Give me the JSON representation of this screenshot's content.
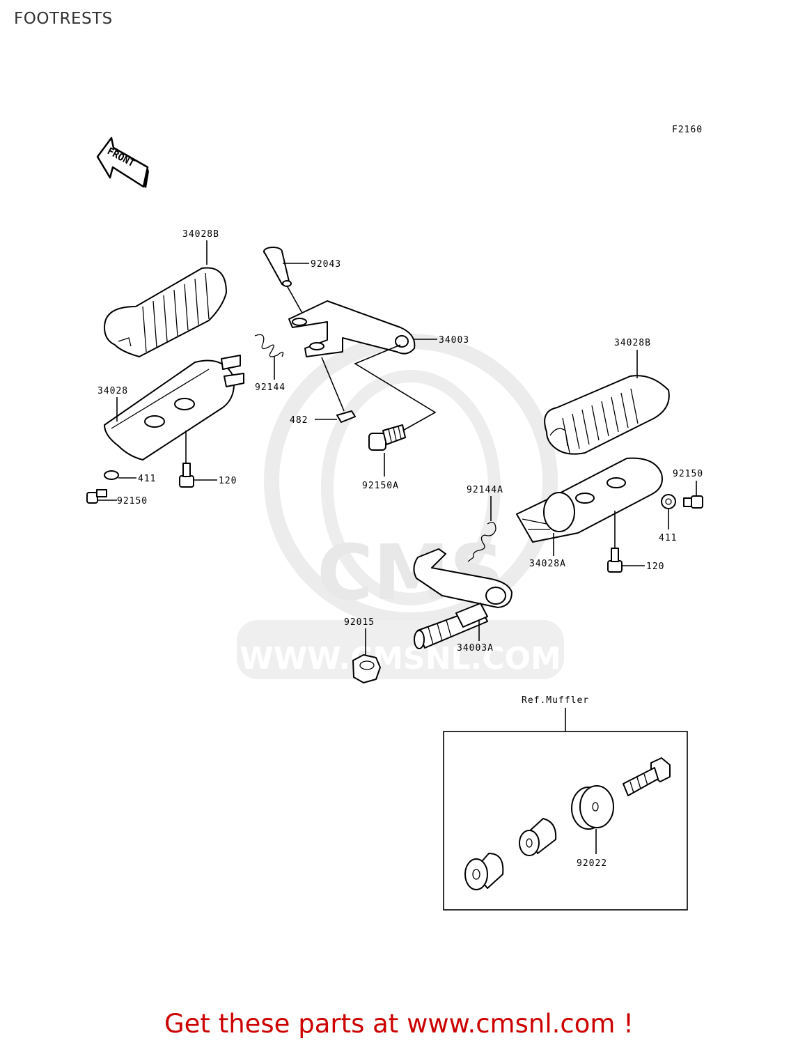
{
  "page": {
    "title": "FOOTRESTS",
    "figure_code": "F2160",
    "front_arrow_label": "FRONT",
    "watermark_text": "WWW.CMSNL.COM",
    "watermark_logo": "CMS",
    "cta": "Get these parts at www.cmsnl.com !"
  },
  "callouts": {
    "c34028B_left": "34028B",
    "c92043": "92043",
    "c34003": "34003",
    "c92144": "92144",
    "c34028": "34028",
    "c482": "482",
    "c92150A": "92150A",
    "c411_left": "411",
    "c120_left": "120",
    "c92150_left": "92150",
    "c34028B_right": "34028B",
    "c92150_right": "92150",
    "c411_right": "411",
    "c92144A": "92144A",
    "c34028A": "34028A",
    "c120_right": "120",
    "c92015": "92015",
    "c34003A": "34003A",
    "ref_muffler": "Ref.Muffler",
    "c92022": "92022"
  }
}
